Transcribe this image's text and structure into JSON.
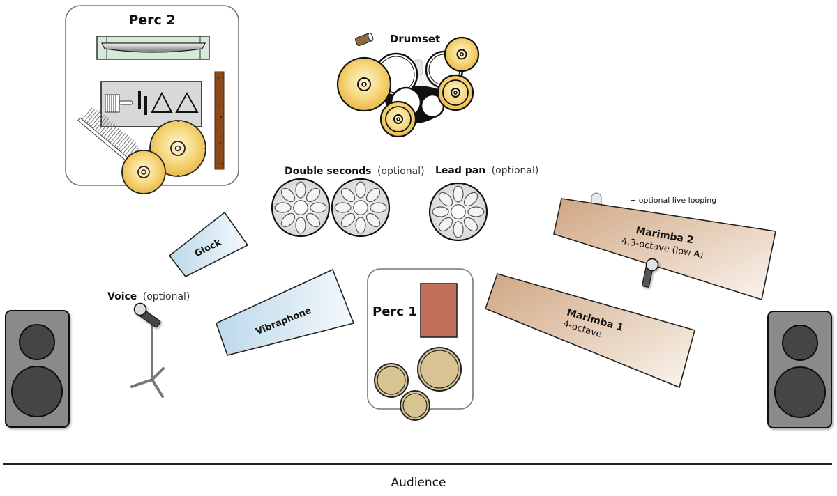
{
  "diagram": {
    "title": "Stage plot",
    "audience_label": "Audience",
    "optional_suffix": "(optional)",
    "groups": {
      "perc2": {
        "label": "Perc 2"
      },
      "perc1": {
        "label": "Perc 1"
      }
    },
    "instruments": {
      "drumset": {
        "label": "Drumset"
      },
      "double_seconds": {
        "label": "Double seconds",
        "note": "(optional)"
      },
      "lead_pan": {
        "label": "Lead pan",
        "note": "(optional)"
      },
      "glock": {
        "label": "Glock"
      },
      "vibraphone": {
        "label": "Vibraphone"
      },
      "voice": {
        "label": "Voice",
        "note": "(optional)"
      },
      "marimba2": {
        "label": "Marimba 2",
        "detail": "4.3-octave (low A)",
        "note": "+ optional live looping"
      },
      "marimba1": {
        "label": "Marimba 1",
        "detail": "4-octave"
      }
    },
    "speakers": [
      {
        "name": "Left speaker"
      },
      {
        "name": "Right speaker"
      }
    ],
    "colors": {
      "cymbal": "#f3cf6e",
      "marimba": "#d7b79a",
      "keyboard_blue": "#cfe3ef",
      "speaker_body": "#8a8a8a",
      "speaker_cone": "#444444",
      "cajon": "#c0705a",
      "drum_head": "#d8c493",
      "rainstick": "#8a4a1a",
      "shaker": "#d6ead8"
    }
  }
}
